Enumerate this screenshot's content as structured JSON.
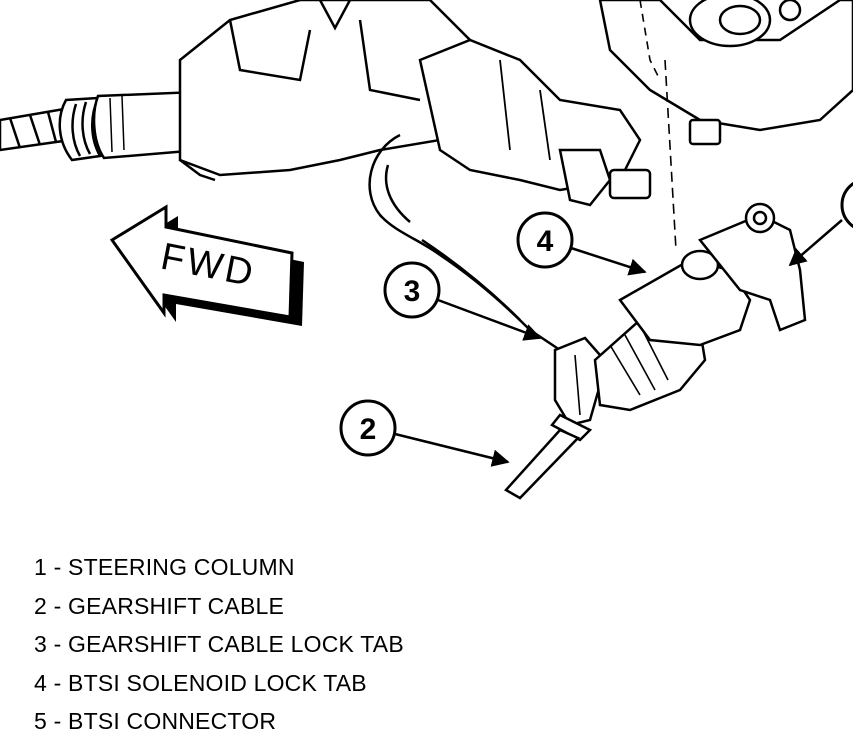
{
  "diagram": {
    "fwd_label": "FWD",
    "callouts": [
      "2",
      "3",
      "4"
    ],
    "colors": {
      "ink": "#000000",
      "paper": "#ffffff",
      "shade": "#d9d9d9"
    }
  },
  "legend": [
    "1 - STEERING COLUMN",
    "2 - GEARSHIFT CABLE",
    "3 - GEARSHIFT CABLE LOCK TAB",
    "4 - BTSI SOLENOID LOCK TAB",
    "5 - BTSI CONNECTOR"
  ]
}
